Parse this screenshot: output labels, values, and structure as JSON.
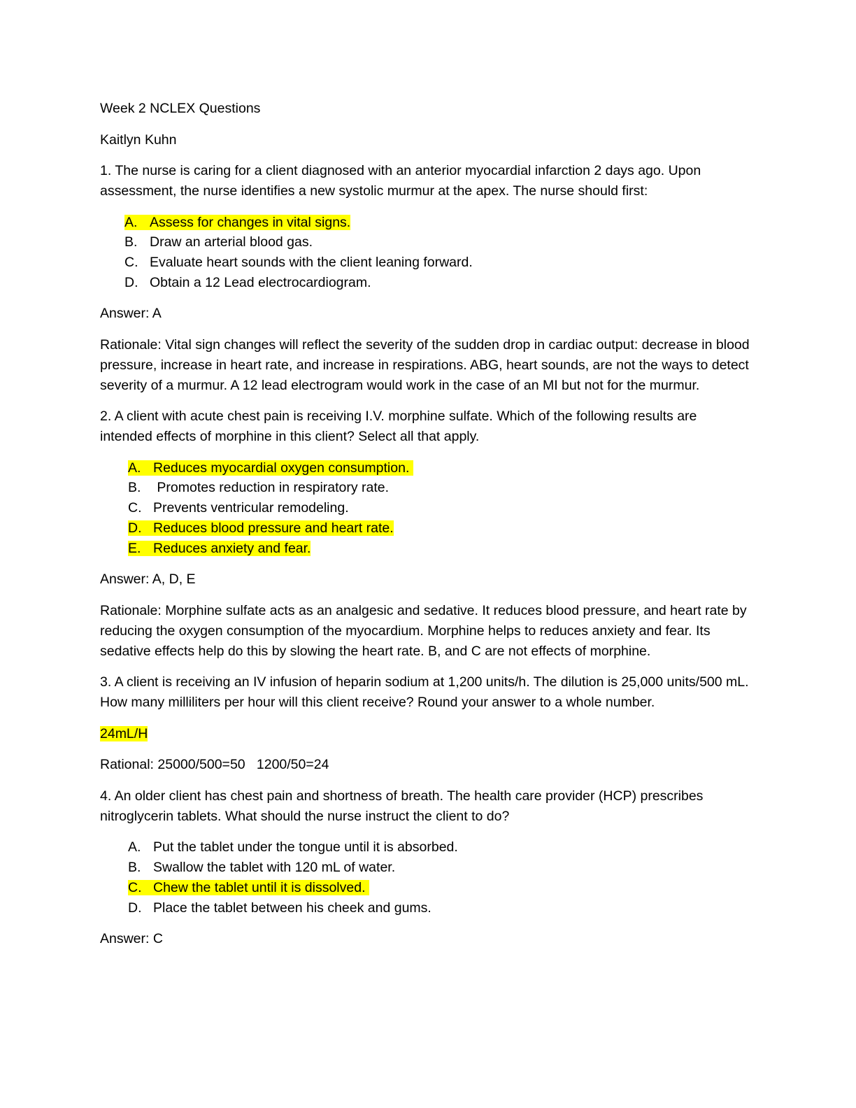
{
  "document": {
    "title": "Week 2 NCLEX Questions",
    "author": "Kaitlyn Kuhn",
    "highlight_color": "#ffff00",
    "questions": [
      {
        "stem": "1. The nurse is caring for a client diagnosed with an anterior myocardial infarction 2 days ago. Upon assessment, the nurse identifies a new systolic murmur at the apex. The nurse should first:",
        "options": [
          {
            "letter": "A.",
            "text": "Assess for changes in vital signs.",
            "highlighted": true
          },
          {
            "letter": "B.",
            "text": "Draw an arterial blood gas.",
            "highlighted": false
          },
          {
            "letter": "C.",
            "text": "Evaluate heart sounds with the client leaning forward.",
            "highlighted": false
          },
          {
            "letter": "D.",
            "text": "Obtain a 12 Lead electrocardiogram.",
            "highlighted": false
          }
        ],
        "answer": "Answer: A",
        "rationale": "Rationale: Vital sign changes will reflect the severity of the sudden drop in cardiac output: decrease in blood pressure, increase in heart rate, and increase in respirations. ABG, heart sounds, are not the ways to detect severity of a murmur. A 12 lead electrogram would work in the case of an MI but not for the murmur."
      },
      {
        "stem": "2. A client with acute chest pain is receiving I.V. morphine sulfate. Which of the following results are intended effects of morphine in this client? Select all that apply.",
        "options": [
          {
            "letter": "A.",
            "text": "Reduces myocardial oxygen consumption.",
            "highlighted": true
          },
          {
            "letter": "B.",
            "text": " Promotes reduction in respiratory rate.",
            "highlighted": false
          },
          {
            "letter": "C.",
            "text": "Prevents ventricular remodeling.",
            "highlighted": false
          },
          {
            "letter": "D.",
            "text": "Reduces blood pressure and heart rate.",
            "highlighted": true
          },
          {
            "letter": "E.",
            "text": "Reduces anxiety and fear.",
            "highlighted": true
          }
        ],
        "answer": "Answer: A, D, E",
        "rationale": "Rationale: Morphine sulfate acts as an analgesic and sedative. It reduces blood pressure, and heart rate by reducing the oxygen consumption of the myocardium. Morphine helps to reduces anxiety and fear. Its sedative effects help do this by slowing the heart rate. B, and C are not effects of morphine."
      },
      {
        "stem": "3. A client is receiving an IV infusion of heparin sodium at 1,200 units/h. The dilution is 25,000 units/500 mL. How many milliliters per hour will this client receive? Round your answer to a whole number.",
        "answer_highlighted": "24mL/H",
        "rationale": "Rational: 25000/500=50   1200/50=24"
      },
      {
        "stem": "4. An older client has chest pain and shortness of breath. The health care provider (HCP) prescribes nitroglycerin tablets. What should the nurse instruct the client to do?",
        "options": [
          {
            "letter": "A.",
            "text": "Put the tablet under the tongue until it is absorbed.",
            "highlighted": false
          },
          {
            "letter": "B.",
            "text": "Swallow the tablet with 120 mL of water.",
            "highlighted": false
          },
          {
            "letter": "C.",
            "text": "Chew the tablet until it is dissolved.",
            "highlighted": true
          },
          {
            "letter": "D.",
            "text": "Place the tablet between his cheek and gums.",
            "highlighted": false
          }
        ],
        "answer": "Answer: C"
      }
    ]
  }
}
